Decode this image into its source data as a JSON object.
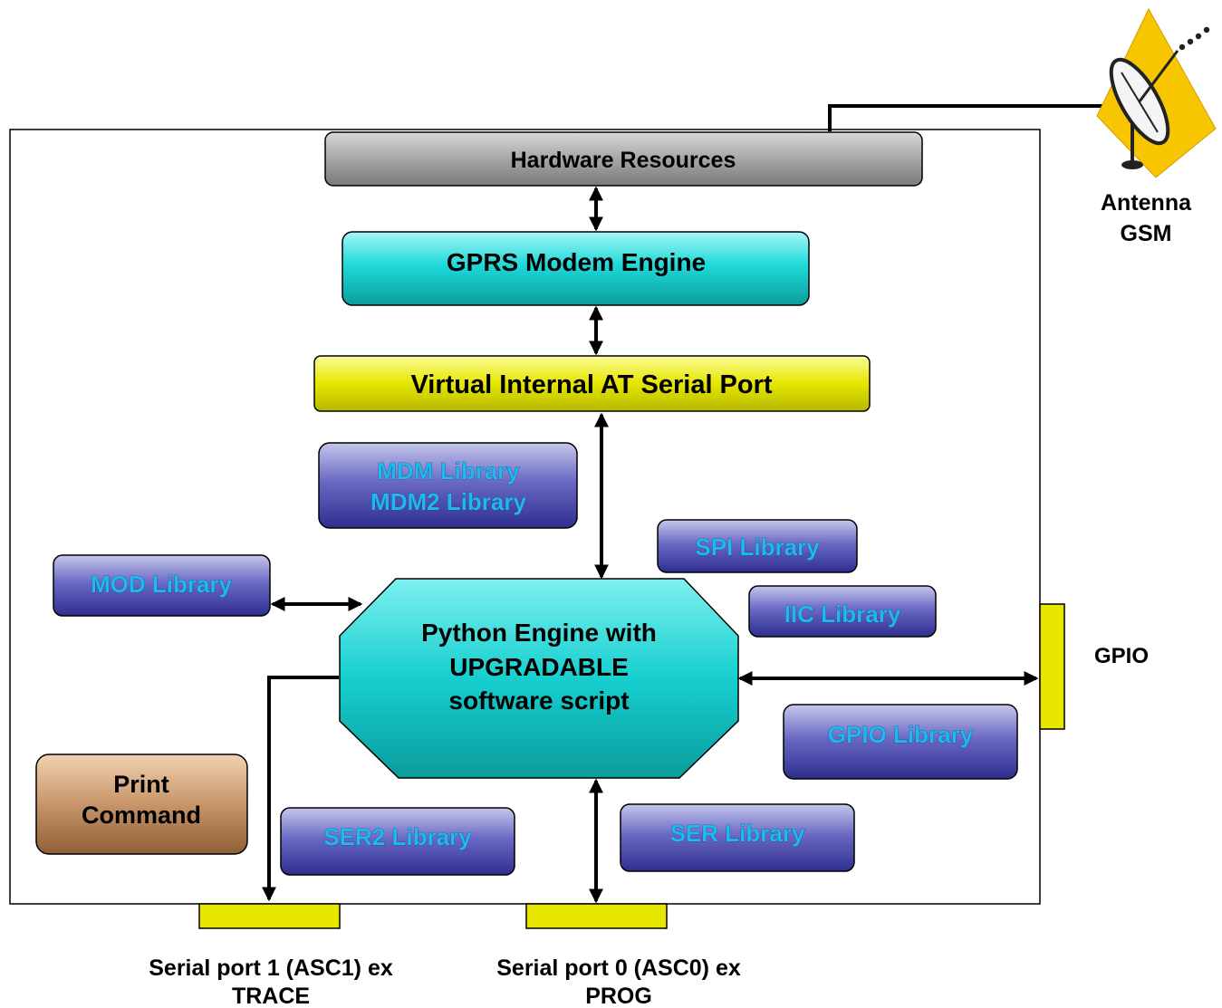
{
  "hardware": {
    "label": "Hardware Resources"
  },
  "gprs": {
    "label": "GPRS Modem Engine"
  },
  "virtual_port": {
    "label": "Virtual Internal AT Serial Port"
  },
  "libraries": {
    "mdm_line1": "MDM Library",
    "mdm_line2": "MDM2 Library",
    "mod": "MOD Library",
    "spi": "SPI Library",
    "iic": "IIC Library",
    "gpio": "GPIO Library",
    "ser2": "SER2 Library",
    "ser": "SER Library"
  },
  "python_engine": {
    "line1": "Python Engine with",
    "line2": "UPGRADABLE",
    "line3": "software script"
  },
  "print_command": {
    "line1": "Print",
    "line2": "Command"
  },
  "antenna": {
    "line1": "Antenna",
    "line2": "GSM"
  },
  "gpio_port": {
    "label": "GPIO"
  },
  "serial_port_1": {
    "line1": "Serial port 1 (ASC1) ex",
    "line2": "TRACE"
  },
  "serial_port_0": {
    "line1": "Serial port 0 (ASC0) ex",
    "line2": "PROG"
  },
  "colors": {
    "hardware_fill": "#9c9c9c",
    "gprs_fill": "#19d3d3",
    "virtual_port_fill": "#e2e200",
    "library_fill": "#5858b4",
    "library_text": "#1fb8f0",
    "python_fill": "#13c9c9",
    "print_fill": "#c08a5a",
    "connector_fill": "#e6e600"
  }
}
